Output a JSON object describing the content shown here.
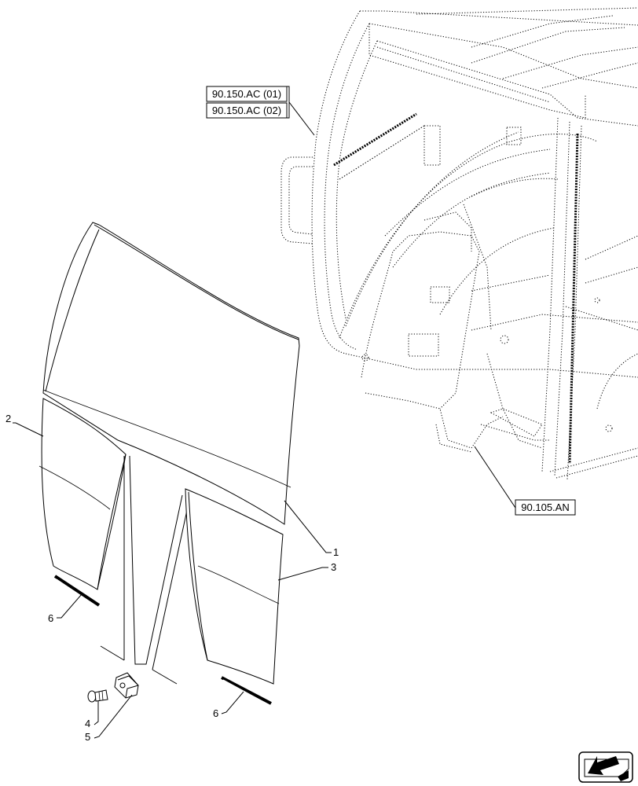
{
  "references": {
    "ref_1": "90.150.AC (01)",
    "ref_2": "90.150.AC (02)",
    "ref_3": "90.105.AN"
  },
  "callouts": {
    "c1": "1",
    "c2": "2",
    "c3": "3",
    "c4": "4",
    "c5": "5",
    "c6a": "6",
    "c6b": "6"
  },
  "nav_icon": "arrow-icon"
}
